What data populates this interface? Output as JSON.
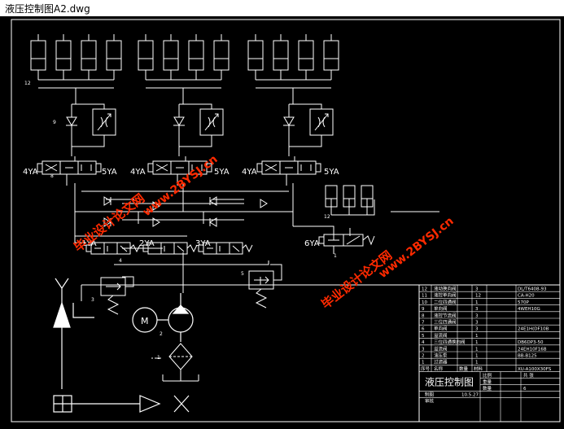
{
  "window": {
    "title": "液压控制图A2.dwg"
  },
  "labels": {
    "sol_4ya": "4YA",
    "sol_5ya": "5YA",
    "sol_1ya": "1YA",
    "sol_2ya": "2YA",
    "sol_3ya": "3YA",
    "sol_6ya": "6YA",
    "motor": "M",
    "n1": "1",
    "n2": "2",
    "n3": "3",
    "n4": "4",
    "n5": "5",
    "n8": "8",
    "n9": "9",
    "n12": "12"
  },
  "watermark": {
    "line1": "毕业设计论文网",
    "line2": "www.2BYSJ.cn"
  },
  "title_block": {
    "drawing_title": "液压控制图",
    "rows": [
      {
        "no": "12",
        "name": "液动换向阀",
        "qty": "3",
        "spec": "DL/T6408-93"
      },
      {
        "no": "11",
        "name": "液控单向阀",
        "qty": "12",
        "spec": "CA-H20"
      },
      {
        "no": "10",
        "name": "二位四通阀",
        "qty": "1",
        "spec": "570P"
      },
      {
        "no": "9",
        "name": "单向阀",
        "qty": "3",
        "spec": "4WEH10G"
      },
      {
        "no": "8",
        "name": "液控节流阀",
        "qty": "3",
        "spec": ""
      },
      {
        "no": "7",
        "name": "三位四通阀",
        "qty": "3",
        "spec": ""
      },
      {
        "no": "6",
        "name": "单向阀",
        "qty": "3",
        "spec": "24E1H(DF10B"
      },
      {
        "no": "5",
        "name": "溢流阀",
        "qty": "1",
        "spec": ""
      },
      {
        "no": "4",
        "name": "三位四通换向阀",
        "qty": "1",
        "spec": "DB6DP3-50"
      },
      {
        "no": "3",
        "name": "溢流阀",
        "qty": "1",
        "spec": "24EH10F16B"
      },
      {
        "no": "2",
        "name": "油压泵",
        "qty": "1",
        "spec": "BB-B125"
      },
      {
        "no": "1",
        "name": "过滤器",
        "qty": "1",
        "spec": ""
      }
    ],
    "header": {
      "no": "序号",
      "name": "名称",
      "qty": "数量",
      "mat": "材料",
      "spec": "XU-A100X30FS"
    },
    "labels": {
      "scale": "比例",
      "sheet": "共 张",
      "weight": "重量",
      "count": "数量",
      "count_val": "6",
      "draw": "制图",
      "check": "审核",
      "date": "10.5.27"
    }
  }
}
